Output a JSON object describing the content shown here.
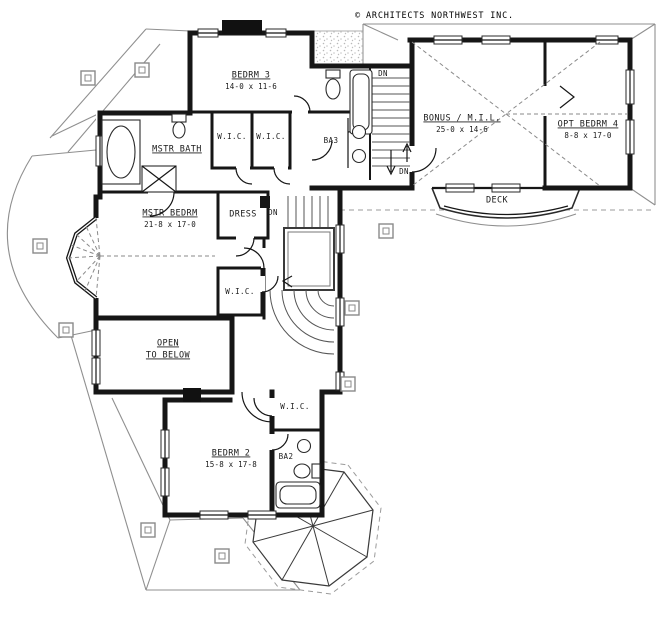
{
  "copyright": {
    "symbol": "©",
    "text": "ARCHITECTS NORTHWEST INC."
  },
  "rooms": {
    "bedrm3": {
      "name": "BEDRM 3",
      "dims": "14-0 x 11-6"
    },
    "mstr_bath": {
      "name": "MSTR BATH"
    },
    "mstr_bedrm": {
      "name": "MSTR BEDRM",
      "dims": "21-8 x 17-0"
    },
    "dress": {
      "name": "DRESS"
    },
    "wic": {
      "name": "W.I.C."
    },
    "ba3": {
      "name": "BA3"
    },
    "bonus": {
      "name": "BONUS / M.I.L.",
      "dims": "25-0 x 14-6"
    },
    "opt_bedrm4": {
      "name": "OPT BEDRM 4",
      "dims": "8-8 x 17-0"
    },
    "deck": {
      "name": "DECK"
    },
    "open_to_below": {
      "line1": "OPEN",
      "line2": "TO BELOW"
    },
    "bedrm2": {
      "name": "BEDRM 2",
      "dims": "15-8 x 17-8"
    },
    "ba2": {
      "name": "BA2"
    }
  },
  "stairs": {
    "down_label": "DN"
  },
  "colors": {
    "wall": "#161616",
    "roof_line": "#8f8f8f",
    "text": "#1a1a1a",
    "paper": "#ffffff"
  }
}
